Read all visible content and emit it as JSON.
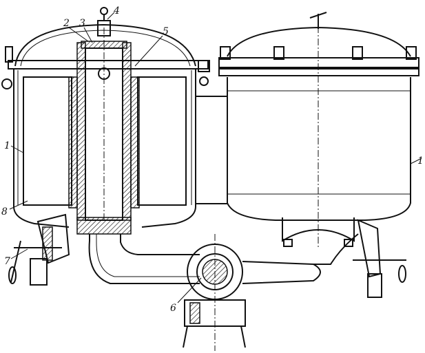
{
  "labels": {
    "l1_left": "1",
    "l2": "2",
    "l3": "3",
    "l4": "4",
    "l5": "5",
    "l6": "6",
    "l7": "7",
    "l8": "8",
    "l1_right": "1"
  },
  "colors": {
    "ink": "#111111",
    "paper": "#ffffff"
  }
}
